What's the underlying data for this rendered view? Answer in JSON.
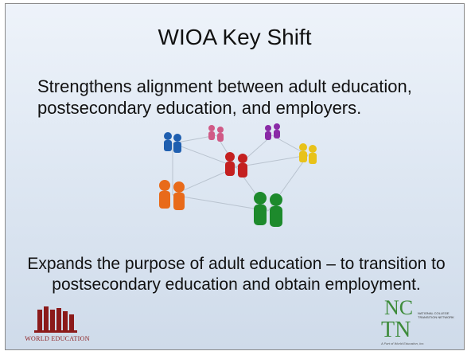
{
  "slide": {
    "title": "WIOA Key Shift",
    "point1": "Strengthens alignment between adult education, postsecondary education, and employers.",
    "point2": "Expands the purpose of adult education – to transition to postsecondary education and obtain employment."
  },
  "logos": {
    "world_education": "WORLD EDUCATION",
    "nctn_caption": "NATIONAL COLLEGE TRANSITION NETWORK",
    "nctn_footer": "A Part of World Education, Inc."
  },
  "colors": {
    "figure_blue": "#1f5fb0",
    "figure_pink": "#d05a86",
    "figure_purple": "#8a2aa6",
    "figure_red": "#c42020",
    "figure_yellow": "#e8c21a",
    "figure_orange": "#e86a1a",
    "figure_green": "#1d8a2c",
    "we_red": "#8b1a1a",
    "nctn_green": "#3d8b3a"
  }
}
